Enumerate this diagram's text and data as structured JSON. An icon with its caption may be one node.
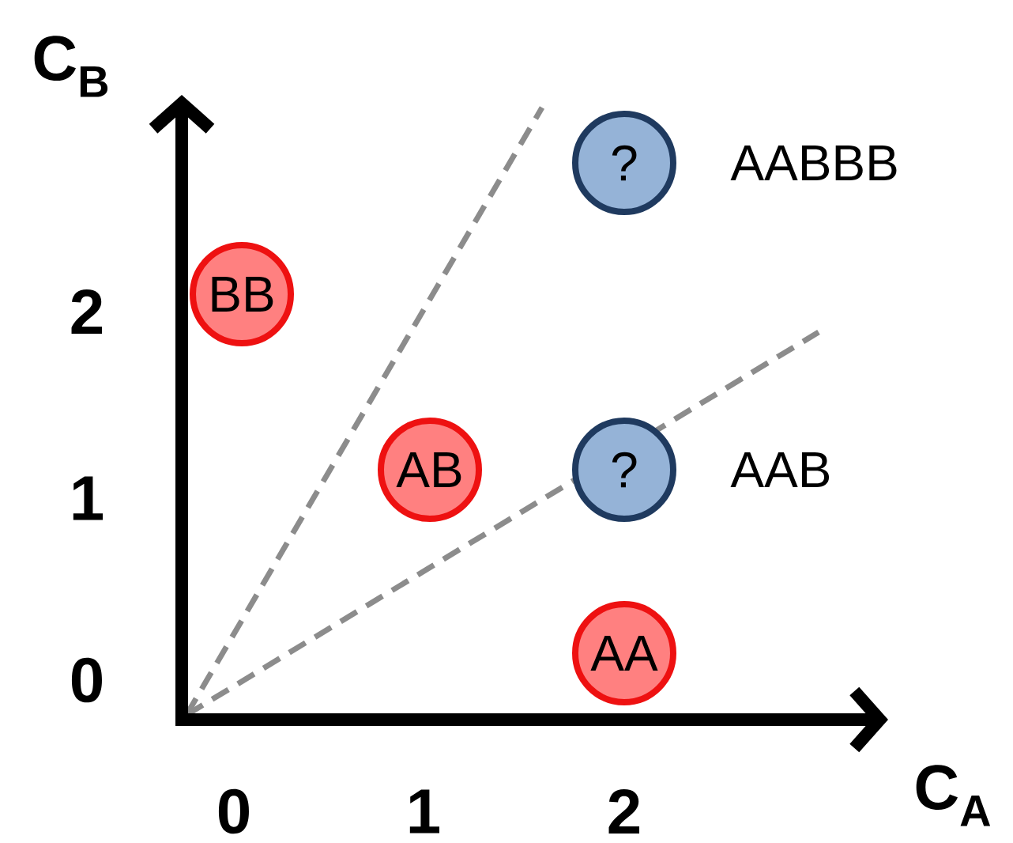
{
  "diagram": {
    "nodes": [
      {
        "text": [
          "BB"
        ]
      },
      {
        "text": [
          "?"
        ],
        "beside": [
          "AABBB"
        ]
      },
      {
        "text": [
          "AB"
        ]
      },
      {
        "text": [
          "?"
        ],
        "beside": [
          "AAB"
        ]
      },
      {
        "text": [
          "AA"
        ]
      }
    ],
    "labels": [
      "C$_{B}$",
      "2",
      "1",
      "0",
      "0",
      "1",
      "2",
      "C$_{A}$"
    ]
  }
}
